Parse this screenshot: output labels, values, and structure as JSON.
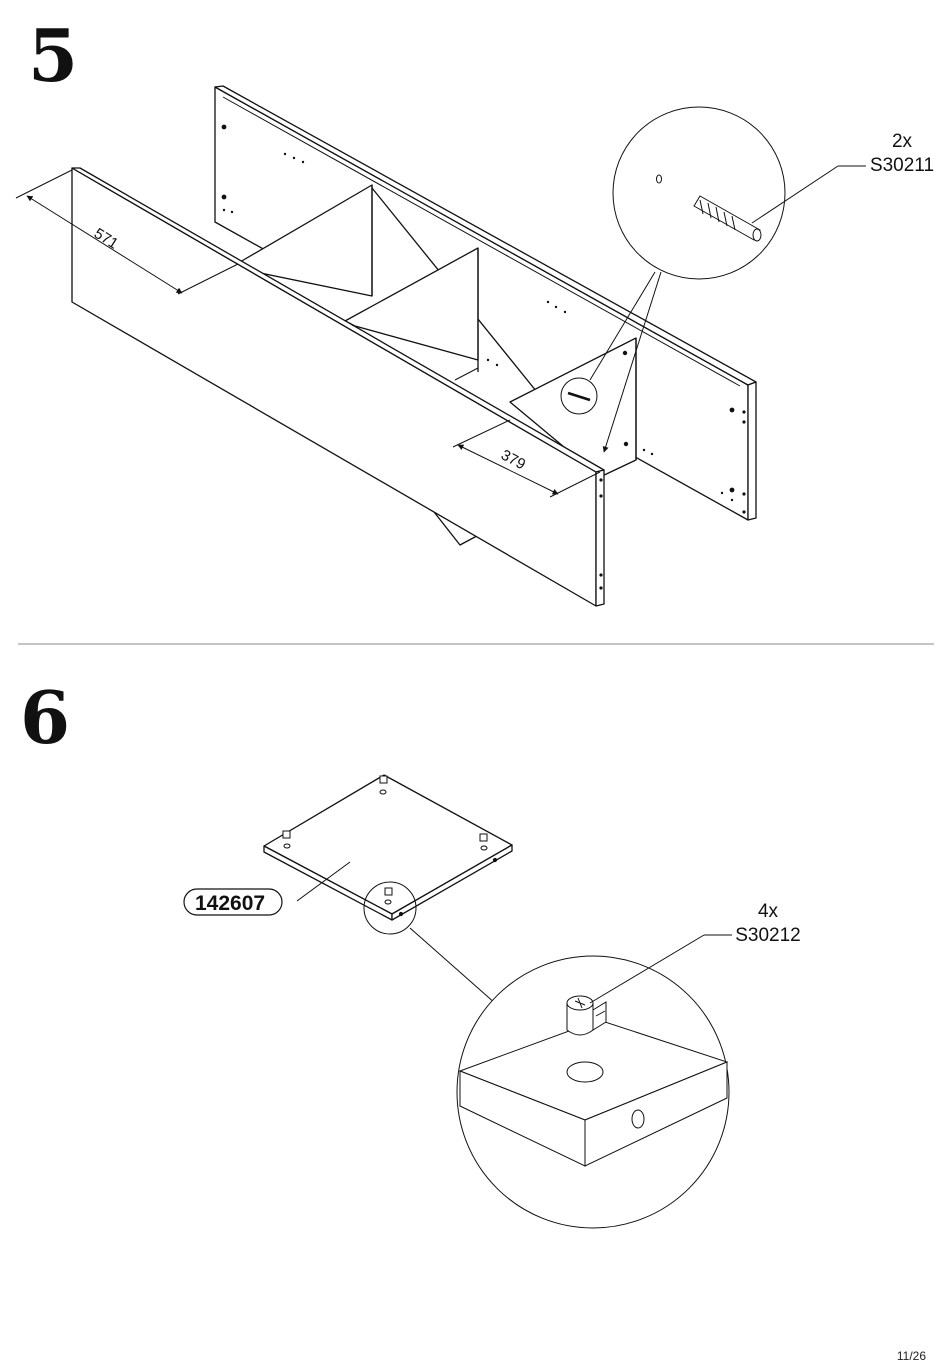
{
  "step5": {
    "number": "5",
    "dim_length": "571",
    "dim_width": "379",
    "qty": "2x",
    "part_code": "S30211",
    "hardware": "dowel-icon"
  },
  "step6": {
    "number": "6",
    "panel_label": "142607",
    "qty": "4x",
    "part_code": "S30212",
    "hardware": "cam-lock-icon"
  },
  "footer": {
    "page": "11/26"
  }
}
